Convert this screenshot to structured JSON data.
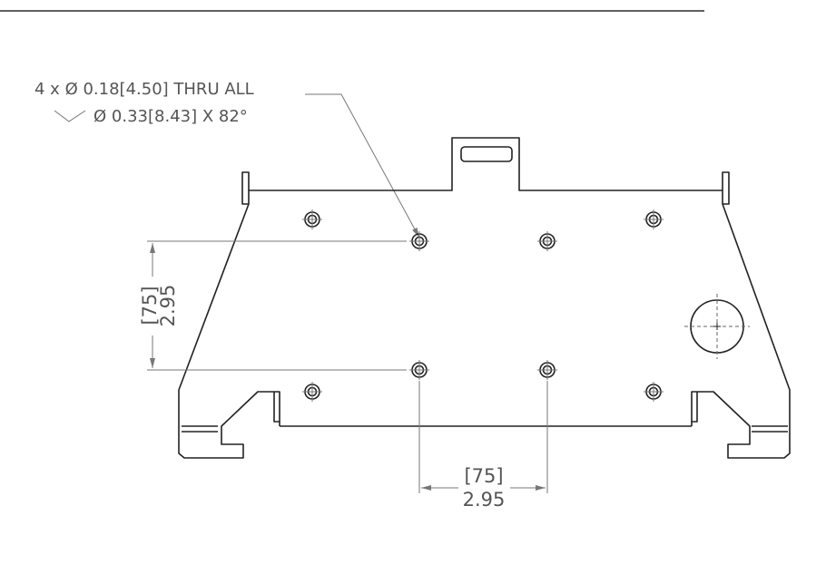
{
  "callout": {
    "hole_qty": "4 x",
    "diameter_symbol": "Ø",
    "hole_dia_in": "0.18",
    "hole_dia_mm": "4.50",
    "thru": "THRU ALL",
    "csk_dia_in": "0.33",
    "csk_dia_mm": "8.43",
    "csk_angle": "X 82°"
  },
  "dim_vertical": {
    "mm": "[75]",
    "in": "2.95"
  },
  "dim_horizontal": {
    "mm": "[75]",
    "in": "2.95"
  },
  "colors": {
    "line": "#222222",
    "dimension": "#777777",
    "text": "#555555"
  }
}
